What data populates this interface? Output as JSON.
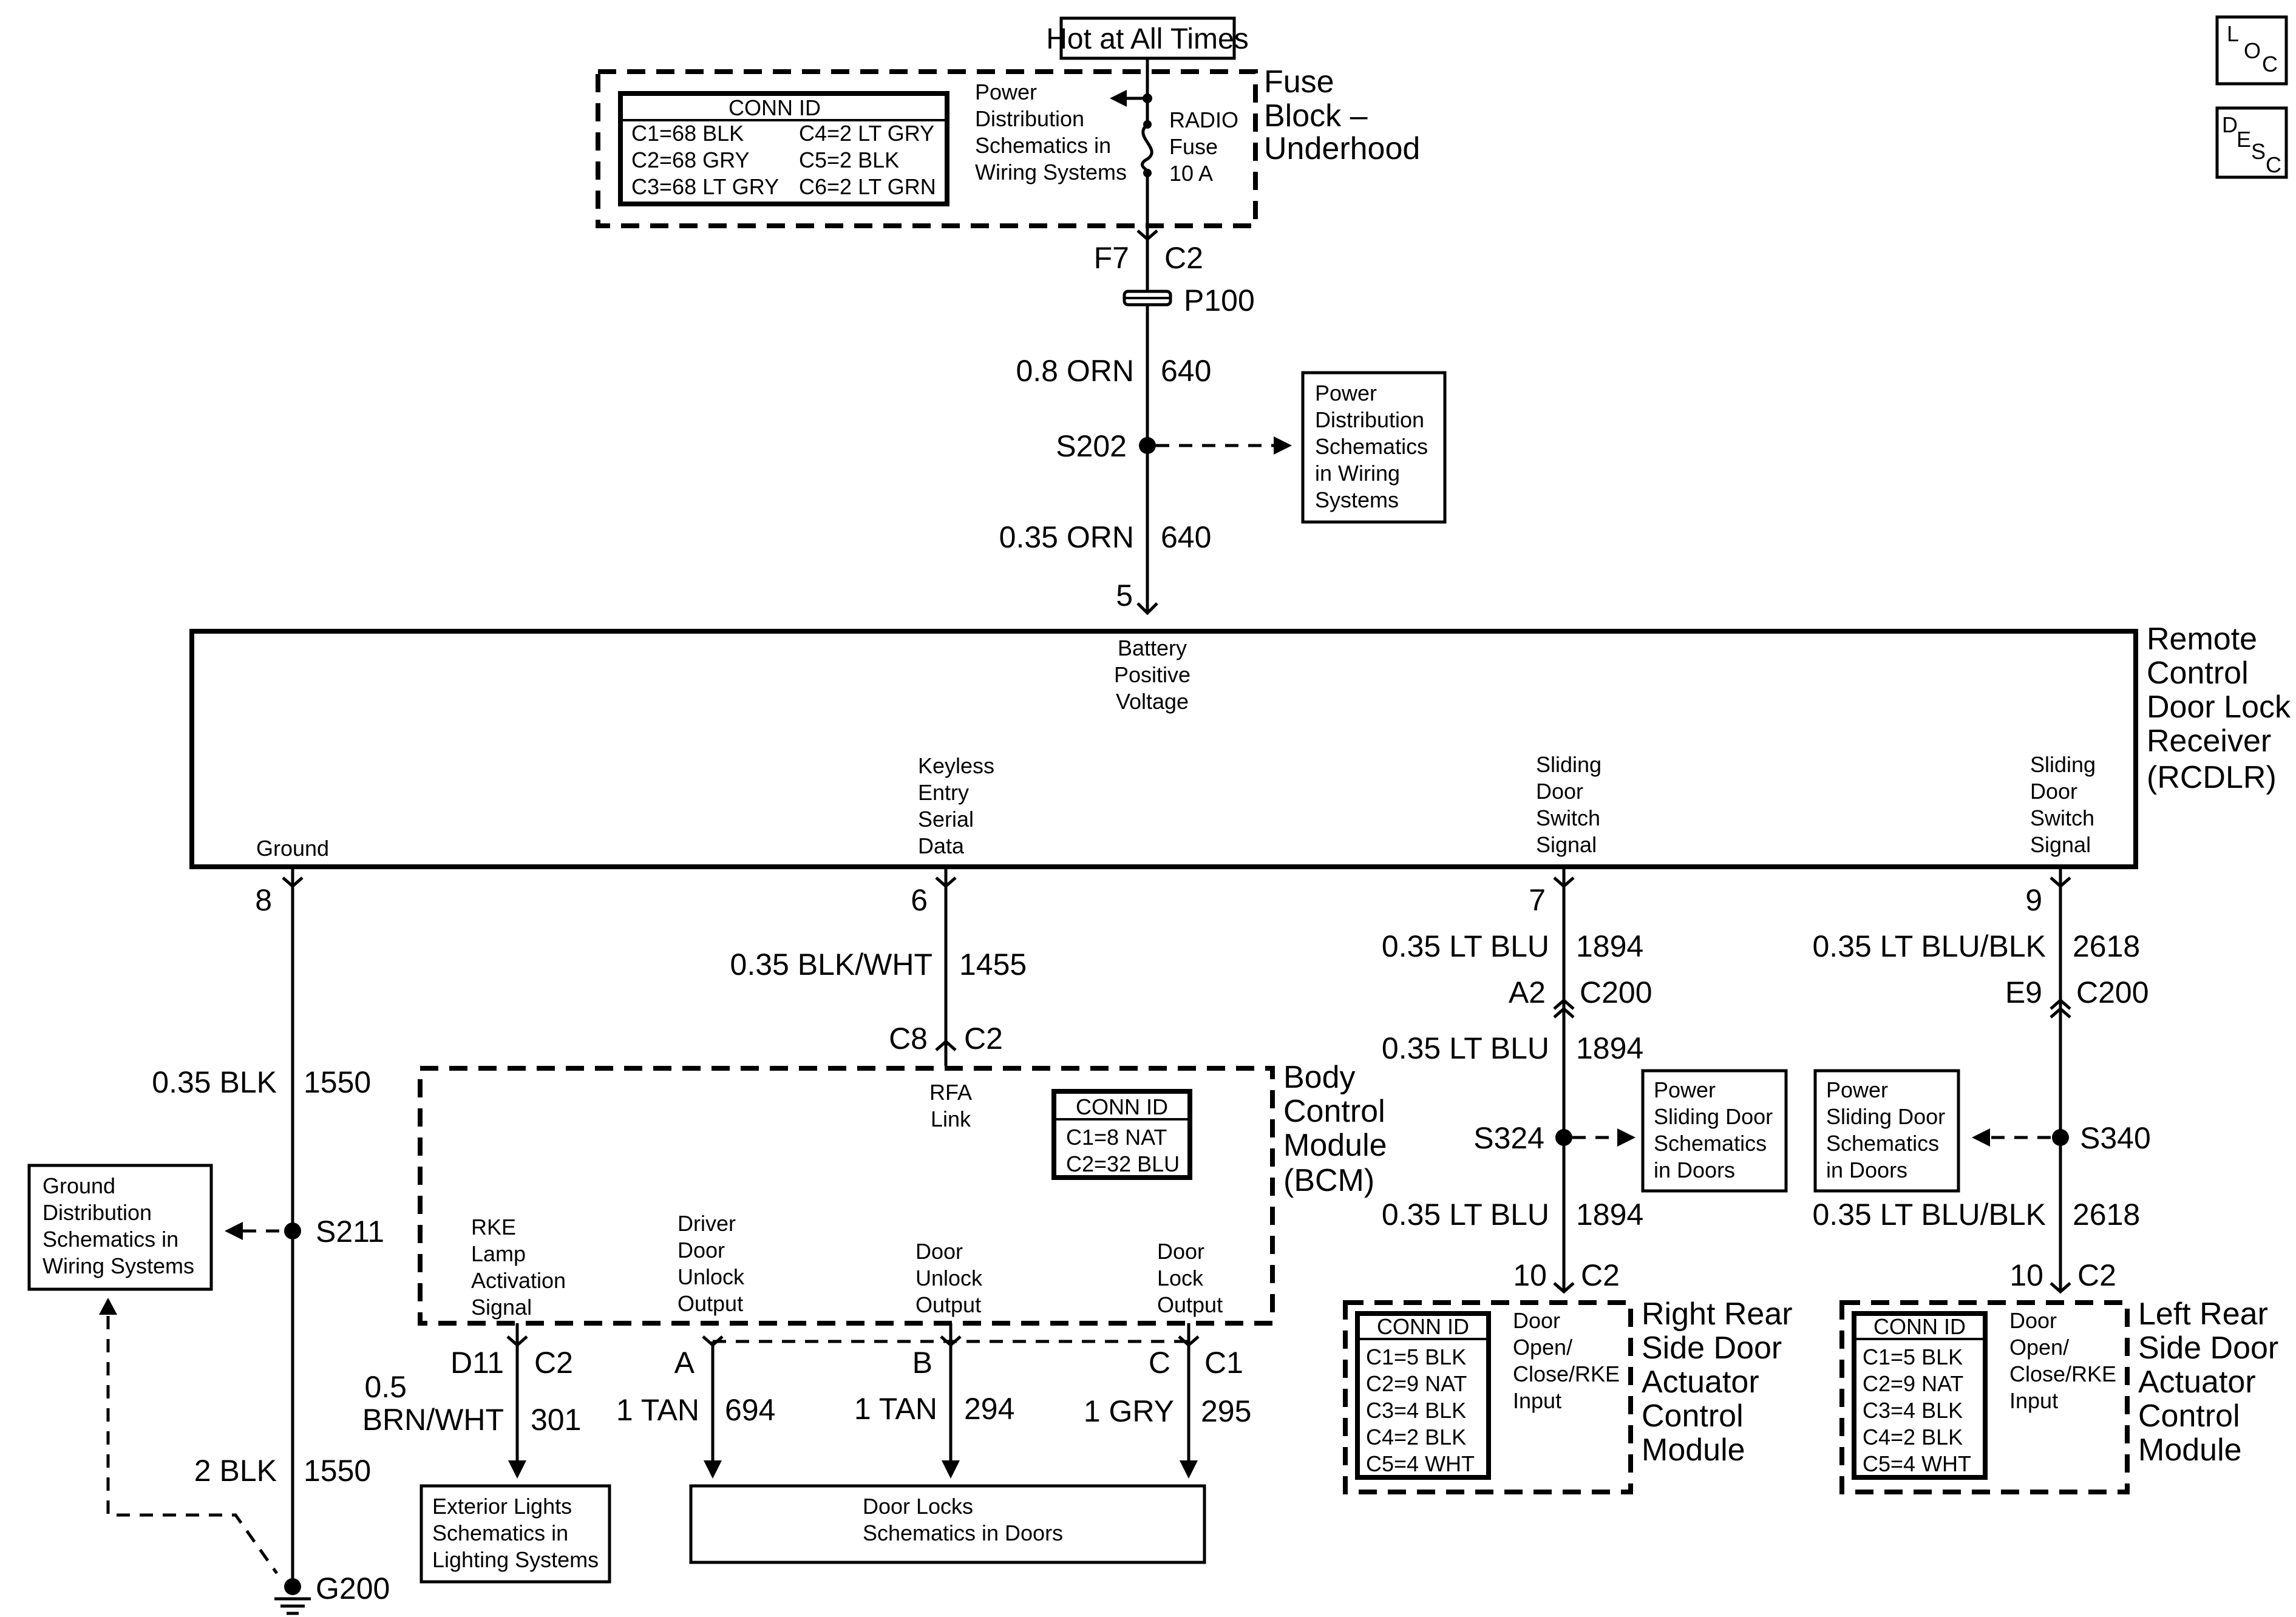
{
  "hot_label": "Hot at All Times",
  "loc_icon": [
    "L",
    "O",
    "C"
  ],
  "desc_icon": [
    "D",
    "E",
    "S",
    "C"
  ],
  "fuse_block": {
    "name": [
      "Fuse",
      "Block –",
      "Underhood"
    ],
    "conn_title": "CONN ID",
    "conn_left": [
      "C1=68 BLK",
      "C2=68 GRY",
      "C3=68 LT GRY"
    ],
    "conn_right": [
      "C4=2 LT GRY",
      "C5=2 BLK",
      "C6=2 LT GRN"
    ],
    "power_ref": [
      "Power",
      "Distribution",
      "Schematics in",
      "Wiring Systems"
    ],
    "fuse": [
      "RADIO",
      "Fuse",
      "10 A"
    ]
  },
  "top_wire": {
    "pin": "F7",
    "conn": "C2",
    "splice_conn": "P100",
    "w1_gauge": "0.8 ORN",
    "w1_circuit": "640",
    "splice": "S202",
    "splice_ref": [
      "Power",
      "Distribution",
      "Schematics",
      "in Wiring",
      "Systems"
    ],
    "w2_gauge": "0.35 ORN",
    "w2_circuit": "640",
    "rcdlr_pin": "5"
  },
  "rcdlr": {
    "name": [
      "Remote",
      "Control",
      "Door Lock",
      "Receiver",
      "(RCDLR)"
    ],
    "battery": [
      "Battery",
      "Positive",
      "Voltage"
    ],
    "ground": "Ground",
    "keyless": [
      "Keyless",
      "Entry",
      "Serial",
      "Data"
    ],
    "slide1": [
      "Sliding",
      "Door",
      "Switch",
      "Signal"
    ],
    "slide2": [
      "Sliding",
      "Door",
      "Switch",
      "Signal"
    ]
  },
  "ground_branch": {
    "pin": "8",
    "w1_gauge": "0.35 BLK",
    "w1_circuit": "1550",
    "splice": "S211",
    "ref": [
      "Ground",
      "Distribution",
      "Schematics in",
      "Wiring Systems"
    ],
    "w2_gauge": "2 BLK",
    "w2_circuit": "1550",
    "ground": "G200"
  },
  "data_branch": {
    "pin": "6",
    "gauge": "0.35 BLK/WHT",
    "circuit": "1455",
    "bcm_pin": "C8",
    "bcm_conn": "C2"
  },
  "bcm": {
    "name": [
      "Body",
      "Control",
      "Module",
      "(BCM)"
    ],
    "rfa": [
      "RFA",
      "Link"
    ],
    "conn_title": "CONN ID",
    "conn": [
      "C1=8 NAT",
      "C2=32 BLU"
    ],
    "rke": [
      "RKE",
      "Lamp",
      "Activation",
      "Signal"
    ],
    "driver": [
      "Driver",
      "Door",
      "Unlock",
      "Output"
    ],
    "unlock": [
      "Door",
      "Unlock",
      "Output"
    ],
    "lock": [
      "Door",
      "Lock",
      "Output"
    ]
  },
  "bcm_outputs": {
    "rke_pin": "D11",
    "rke_conn": "C2",
    "rke_gauge": [
      "0.5",
      "BRN/WHT"
    ],
    "rke_circuit": "301",
    "a_pin": "A",
    "a_gauge": "1 TAN",
    "a_circuit": "694",
    "b_pin": "B",
    "b_gauge": "1 TAN",
    "b_circuit": "294",
    "c_pin": "C",
    "c_conn": "C1",
    "c_gauge": "1 GRY",
    "c_circuit": "295",
    "ext_lights": [
      "Exterior Lights",
      "Schematics in",
      "Lighting Systems"
    ],
    "door_locks": [
      "Door Locks",
      "Schematics in Doors"
    ]
  },
  "right_branch": {
    "pin": "7",
    "w1_gauge": "0.35 LT BLU",
    "w1_circuit": "1894",
    "inline_pin": "A2",
    "inline_conn": "C200",
    "w2_gauge": "0.35 LT BLU",
    "w2_circuit": "1894",
    "splice": "S324",
    "ref": [
      "Power",
      "Sliding Door",
      "Schematics",
      "in Doors"
    ],
    "w3_gauge": "0.35 LT BLU",
    "w3_circuit": "1894",
    "mod_pin": "10",
    "mod_conn": "C2",
    "conn_title": "CONN ID",
    "conn": [
      "C1=5 BLK",
      "C2=9 NAT",
      "C3=4 BLK",
      "C4=2 BLK",
      "C5=4 WHT"
    ],
    "input": [
      "Door",
      "Open/",
      "Close/RKE",
      "Input"
    ],
    "name": [
      "Right Rear",
      "Side Door",
      "Actuator",
      "Control",
      "Module"
    ]
  },
  "left_branch": {
    "pin": "9",
    "w1_gauge": "0.35 LT BLU/BLK",
    "w1_circuit": "2618",
    "inline_pin": "E9",
    "inline_conn": "C200",
    "splice": "S340",
    "ref": [
      "Power",
      "Sliding Door",
      "Schematics",
      "in Doors"
    ],
    "w2_gauge": "0.35 LT BLU/BLK",
    "w2_circuit": "2618",
    "mod_pin": "10",
    "mod_conn": "C2",
    "conn_title": "CONN ID",
    "conn": [
      "C1=5 BLK",
      "C2=9 NAT",
      "C3=4 BLK",
      "C4=2 BLK",
      "C5=4 WHT"
    ],
    "input": [
      "Door",
      "Open/",
      "Close/RKE",
      "Input"
    ],
    "name": [
      "Left Rear",
      "Side Door",
      "Actuator",
      "Control",
      "Module"
    ]
  }
}
